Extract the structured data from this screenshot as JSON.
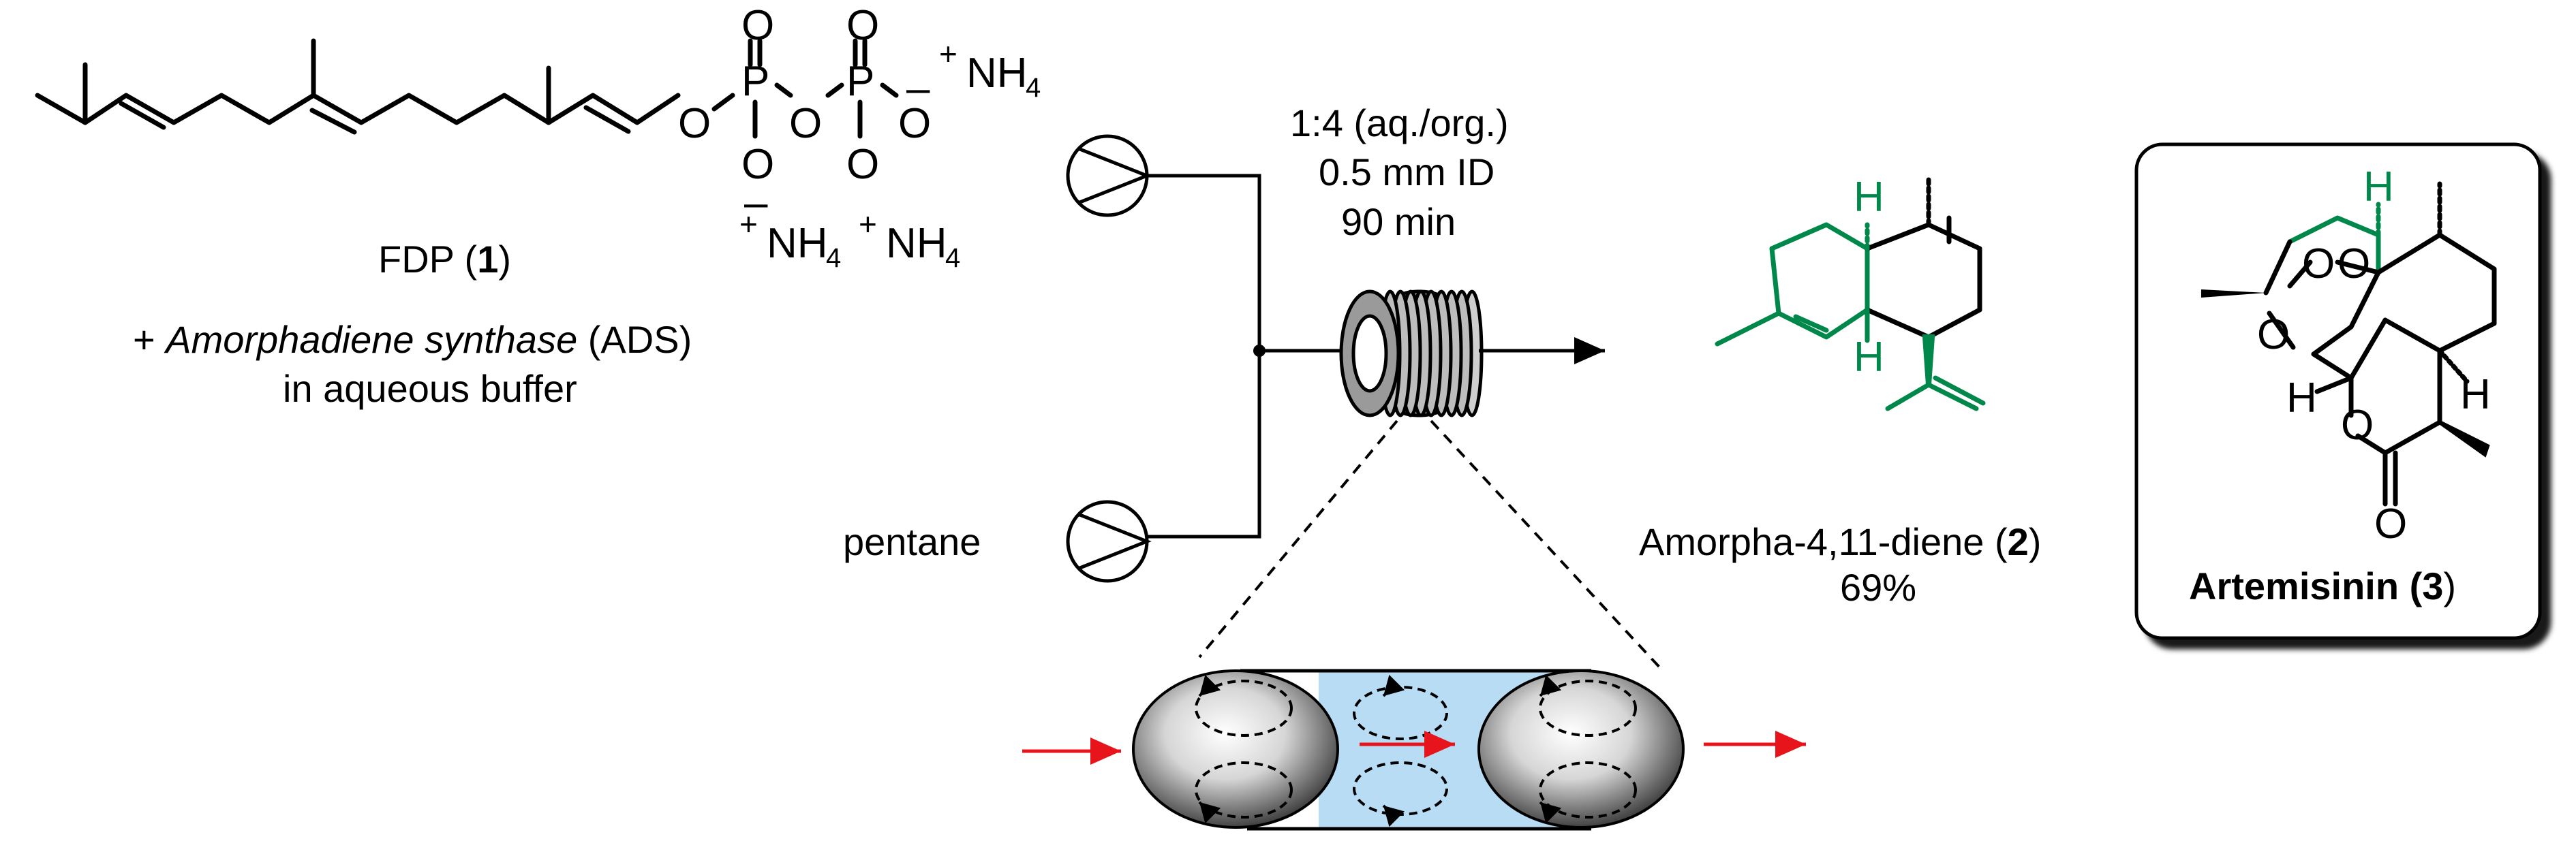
{
  "fdp": {
    "name": "FDP (",
    "number": "1",
    "close": ")",
    "atom_O": "O",
    "atom_P": "P",
    "ammonium": "NH",
    "ammonium_sub": "4",
    "plus": "+",
    "minus": "–"
  },
  "reagent": {
    "prefix": "+ ",
    "enzyme": "Amorphadiene synthase",
    "abbrev": " (ADS)",
    "line2": "in aqueous buffer"
  },
  "pumps": {
    "solvent": "pentane"
  },
  "conditions": {
    "ratio": "1:4 (aq./org.)",
    "diameter": "0.5 mm ID",
    "time": "90 min"
  },
  "product": {
    "name": "Amorpha-4,11-diene (",
    "number": "2",
    "close": ")",
    "yield": "69%",
    "atom_H": "H"
  },
  "target": {
    "name": "Artemisinin (",
    "number": "3",
    "close": ")",
    "atom_O": "O",
    "atom_H": "H"
  },
  "colors": {
    "green": "#00884a",
    "red": "#e8141c",
    "aqueous": "#b9dcf5"
  },
  "icons": [
    "pump-icon",
    "coil-reactor-icon",
    "droplet-icon"
  ]
}
